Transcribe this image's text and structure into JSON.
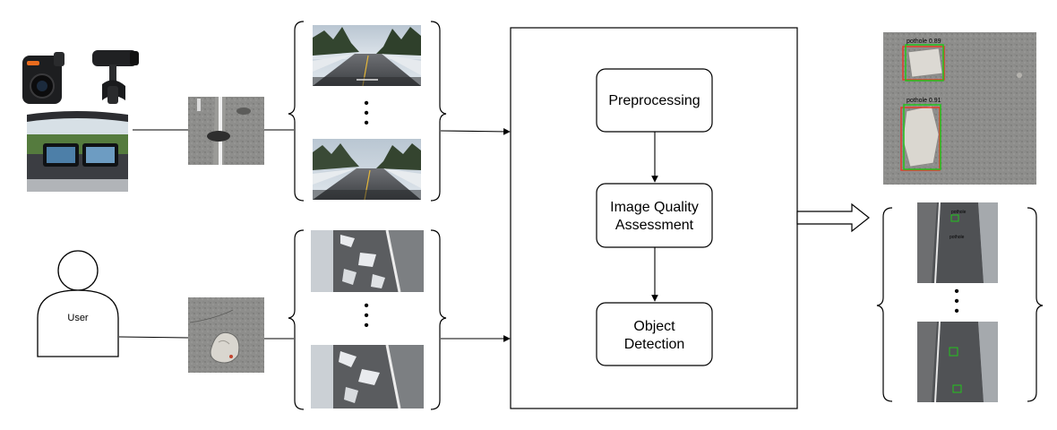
{
  "user": {
    "label": "User"
  },
  "pipeline": {
    "steps": [
      {
        "id": "preprocessing",
        "lines": [
          "Preprocessing"
        ]
      },
      {
        "id": "iqa",
        "lines": [
          "Image Quality",
          "Assessment"
        ]
      },
      {
        "id": "detection",
        "lines": [
          "Object",
          "Detection"
        ]
      }
    ]
  },
  "detections": {
    "top_labels": [
      "pothole 0.89",
      "pothole 0.91"
    ],
    "bottom_labels": [
      "pothole",
      "pothole"
    ]
  },
  "colors": {
    "stroke": "#000000",
    "asphalt": "#8a8a88",
    "sky": "#c8d4de",
    "trees": "#2f3d2c",
    "snow": "#e8ecef",
    "detect_green": "#22c41c",
    "detect_red": "#e23b2a"
  }
}
